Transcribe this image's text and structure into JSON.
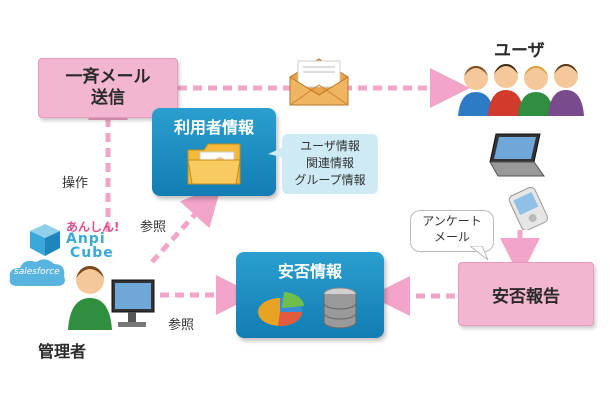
{
  "nodes": {
    "bulk_mail": {
      "line1": "一斉メール",
      "line2": "送信"
    },
    "user_info": {
      "title": "利用者情報"
    },
    "user_info_detail": [
      "ユーザ情報",
      "関連情報",
      "グループ情報"
    ],
    "users": {
      "title": "ユーザ"
    },
    "safety_info": {
      "title": "安否情報"
    },
    "safety_report": {
      "title": "安否報告"
    },
    "survey_mail": {
      "line1": "アンケート",
      "line2": "メール"
    },
    "admin": {
      "title": "管理者"
    }
  },
  "edges": {
    "operation": "操作",
    "reference1": "参照",
    "reference2": "参照"
  },
  "logo": {
    "anpi_line1": "あんしん!",
    "anpi_line2": "Anpi",
    "anpi_line3": "Cube",
    "salesforce": "salesforce"
  },
  "colors": {
    "pink_box": "#f2b6d0",
    "blue_box": "#1a8cc2",
    "arrow": "#f2a5c8"
  }
}
